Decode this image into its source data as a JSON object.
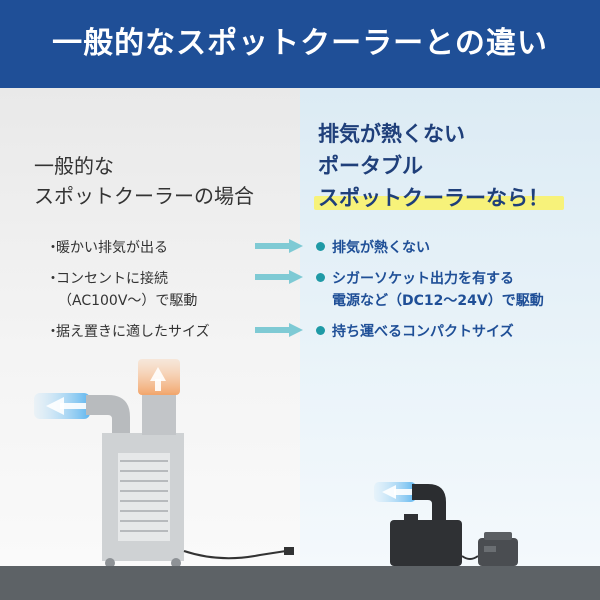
{
  "header": {
    "title": "一般的なスポットクーラーとの違い"
  },
  "left": {
    "headline_line1": "一般的な",
    "headline_line2": "スポットクーラーの場合",
    "items": [
      {
        "text": "暖かい排気が出る"
      },
      {
        "text": "コンセントに接続",
        "text2": "（AC100V～）で駆動"
      },
      {
        "text": "据え置きに適したサイズ"
      }
    ]
  },
  "right": {
    "headline_line1": "排気が熱くない",
    "headline_line2": "ポータブル",
    "headline_line3": "スポットクーラーなら！",
    "items": [
      {
        "text": "排気が熱くない"
      },
      {
        "text": "シガーソケット出力を有する",
        "text2": "電源など（DC12～24V）で駆動"
      },
      {
        "text": "持ち運べるコンパクトサイズ"
      }
    ]
  },
  "colors": {
    "header_bg": "#1f4f97",
    "accent_blue": "#1f4f97",
    "bullet_teal": "#1f9aa6",
    "arrow_teal": "#7fcad4",
    "highlight_yellow": "#f7f27a"
  },
  "icons": {
    "left_illustration": "large-spot-cooler-icon",
    "right_illustration": "portable-spot-cooler-icon",
    "arrow": "right-arrow-icon"
  }
}
